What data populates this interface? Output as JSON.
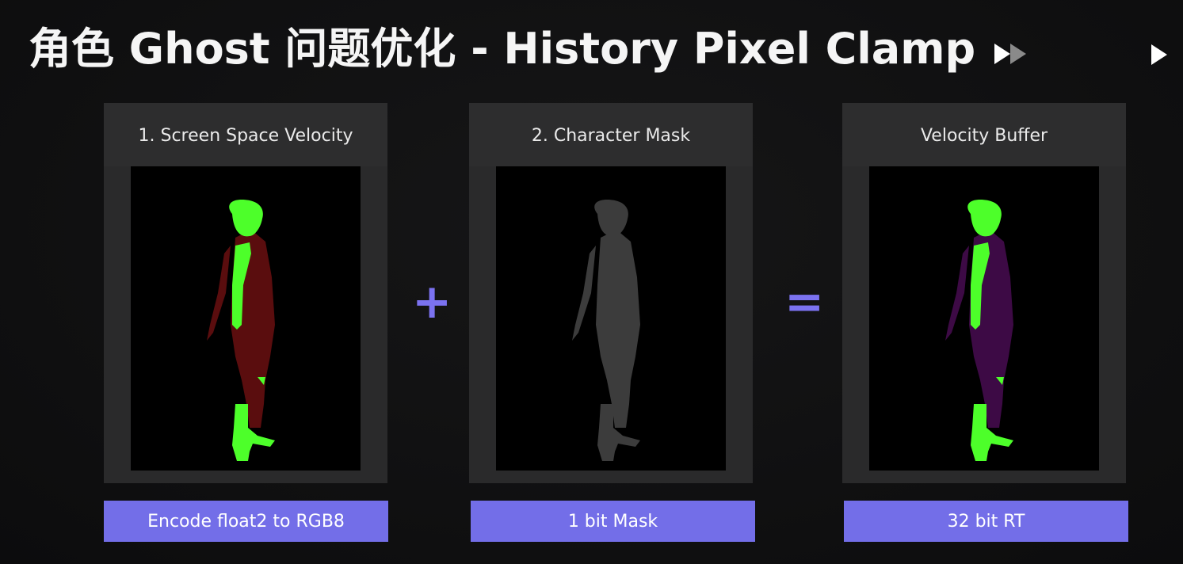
{
  "slide": {
    "title": "角色 Ghost 问题优化 - History Pixel Clamp",
    "icons": [
      "fast-forward-icon",
      "play-next-icon"
    ],
    "accent_color": "#736ee8",
    "operators": {
      "plus": "+",
      "equals": "="
    },
    "panels": [
      {
        "heading": "1. Screen Space Velocity",
        "caption": "Encode float2 to RGB8",
        "body_color": "#5a0d0e",
        "limb_color": "#4dff2a"
      },
      {
        "heading": "2. Character Mask",
        "caption": "1 bit Mask",
        "body_color": "#3c3c3c",
        "limb_color": "#3c3c3c"
      },
      {
        "heading": "Velocity Buffer",
        "caption": "32 bit RT",
        "body_color": "#3d0a45",
        "limb_color": "#4dff2a"
      }
    ]
  }
}
